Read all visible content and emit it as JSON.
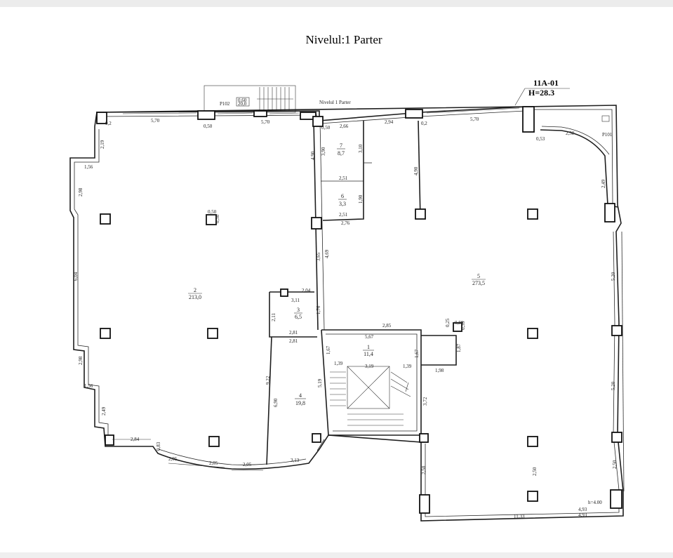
{
  "title": "Nivelul:1 Parter",
  "subtitle": "Nivelul 1 Parter",
  "sheet": {
    "code": "11A-01",
    "height": "H=28.3"
  },
  "labels": {
    "p102": "P102",
    "p101": "P101",
    "hmark": "h=4.00"
  },
  "stamp": {
    "line1": "0,60",
    "line2": "20,0"
  },
  "rooms": [
    {
      "id": "7",
      "area": "8,7"
    },
    {
      "id": "6",
      "area": "3,3"
    },
    {
      "id": "2",
      "area": "213,0"
    },
    {
      "id": "3",
      "area": "6,5"
    },
    {
      "id": "4",
      "area": "19,8"
    },
    {
      "id": "1",
      "area": "11,4"
    },
    {
      "id": "5",
      "area": "273,5"
    }
  ],
  "dims": {
    "top1": "5,70",
    "top2": "5,70",
    "top3": "2,66",
    "top4": "2,94",
    "top5": "5,70",
    "top6": "2,58",
    "d050a": "0,50",
    "d050b": "0,50",
    "d02a": "0,2",
    "d02b": "0,2",
    "d053": "0,53",
    "l219": "2,19",
    "l156a": "1,56",
    "l298": "2,98",
    "l604": "6,04",
    "l298b": "2,98",
    "l156b": "1,56",
    "l249": "2,49",
    "l284": "2,84",
    "c490a": "4,90",
    "c490b": "4,90",
    "c390": "3,90",
    "c310": "3,10",
    "c251a": "2,51",
    "c251b": "2,51",
    "c190": "1,90",
    "c276": "2,76",
    "c365": "3,65",
    "c469": "4,69",
    "c204": "2,04",
    "c311": "3,11",
    "c211": "2,11",
    "c176": "1,76",
    "c281a": "2,81",
    "c281b": "2,81",
    "c922": "9,22",
    "c690": "6,90",
    "c285": "2,85",
    "c567": "5,67",
    "c167a": "1,67",
    "c167b": "1,67",
    "c139a": "1,39",
    "c319": "3,19",
    "c139b": "1,39",
    "c519": "5,19",
    "c372": "3,72",
    "c198": "1,98",
    "c187": "1,87",
    "c033": "0,33",
    "c025": "0,25",
    "c080": "0,80",
    "b205a": "2,05",
    "b205b": "2,05",
    "b205c": "2,05",
    "b313": "3,13",
    "b083": "0,83",
    "r249": "2,49",
    "r520a": "5,20",
    "r520b": "5,20",
    "r250a": "2,50",
    "r250b": "2,50",
    "r250c": "2,50",
    "r1133": "11,33",
    "r493a": "4,93",
    "r493b": "4,93",
    "col050": "0,50",
    "col030": "0,30"
  }
}
